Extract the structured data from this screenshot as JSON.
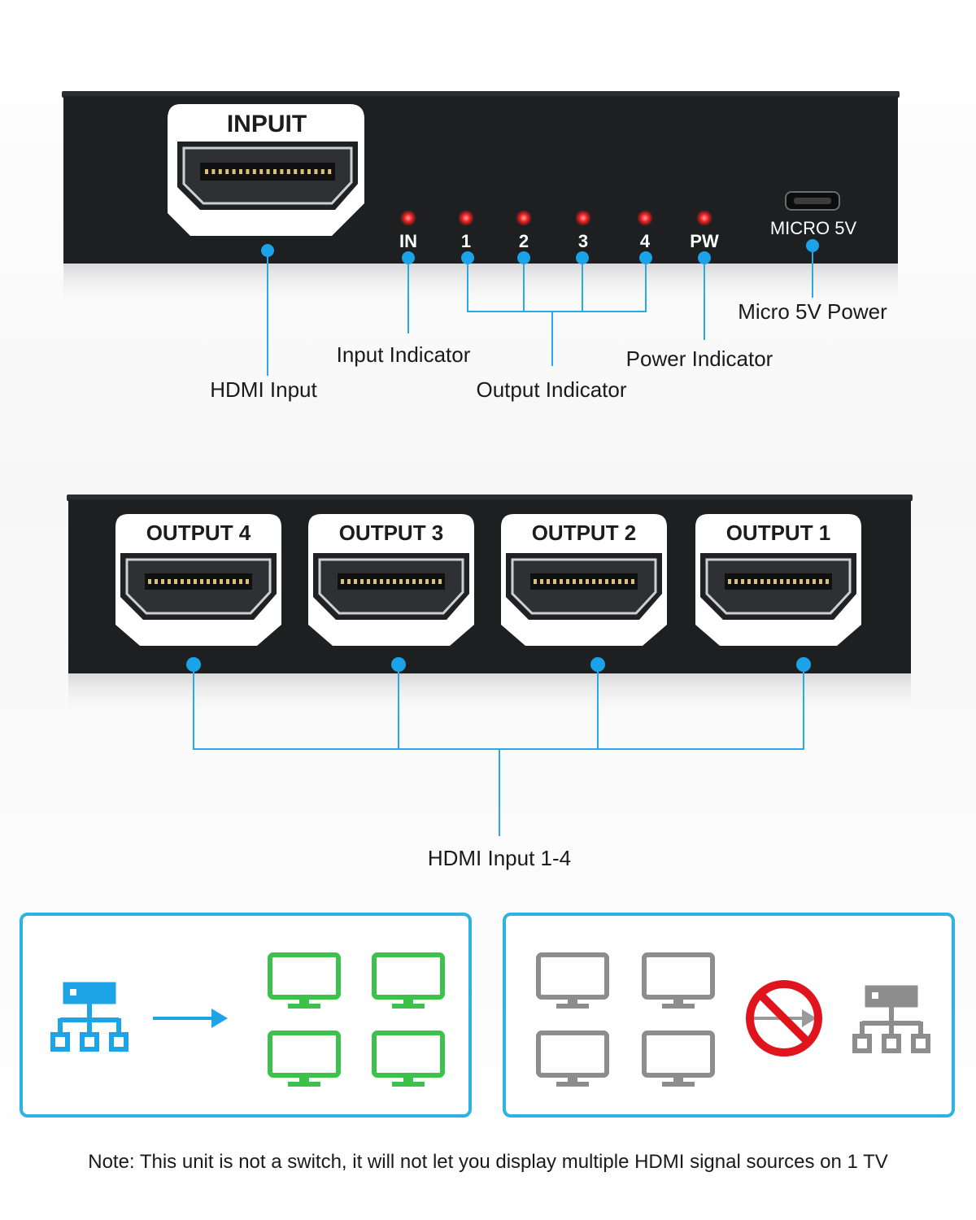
{
  "top_device": {
    "input_port_label": "INPUIT",
    "leds": [
      "IN",
      "1",
      "2",
      "3",
      "4",
      "PW"
    ],
    "micro_label": "MICRO 5V",
    "led_color": "#ff2a2a"
  },
  "callouts": {
    "hdmi_input": "HDMI Input",
    "input_indicator": "Input Indicator",
    "output_indicator": "Output Indicator",
    "power_indicator": "Power Indicator",
    "micro_power": "Micro 5V Power",
    "hdmi_input_1_4": "HDMI Input 1-4"
  },
  "bottom_device": {
    "outputs": [
      "OUTPUT 4",
      "OUTPUT 3",
      "OUTPUT 2",
      "OUTPUT 1"
    ]
  },
  "panels": {
    "supported": {
      "source_icon": "network-source-icon",
      "arrow_icon": "arrow-right-icon",
      "display_icon": "monitor-icon",
      "display_color": "#3cc24a",
      "source_color": "#1da4e6"
    },
    "unsupported": {
      "display_icon": "monitor-icon",
      "prohibit_icon": "prohibited-icon",
      "source_icon": "network-source-icon",
      "display_color": "#8d8d8d",
      "prohibit_color": "#e0141c"
    }
  },
  "note": "Note: This unit is not a switch, it will not let you display multiple HDMI signal sources on 1 TV",
  "colors": {
    "accent": "#2cb3e4",
    "leader": "#29a9e6"
  }
}
